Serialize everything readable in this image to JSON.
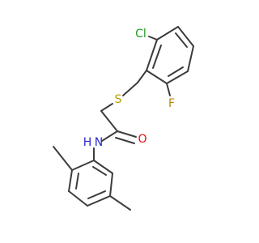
{
  "molecule": {
    "atoms": {
      "chlorine": {
        "symbol": "Cl",
        "color": "#1f9d1f"
      },
      "fluorine": {
        "symbol": "F",
        "color": "#b8860b"
      },
      "sulfur": {
        "symbol": "S",
        "color": "#b8a000"
      },
      "nitrogen": {
        "symbol": "N",
        "color": "#2b2bcc"
      },
      "nitrogen_hydrogen": {
        "symbol": "H",
        "color": "#2b2bcc"
      },
      "oxygen": {
        "symbol": "O",
        "color": "#e01010"
      }
    },
    "bond_color": "#3c3c3c"
  }
}
